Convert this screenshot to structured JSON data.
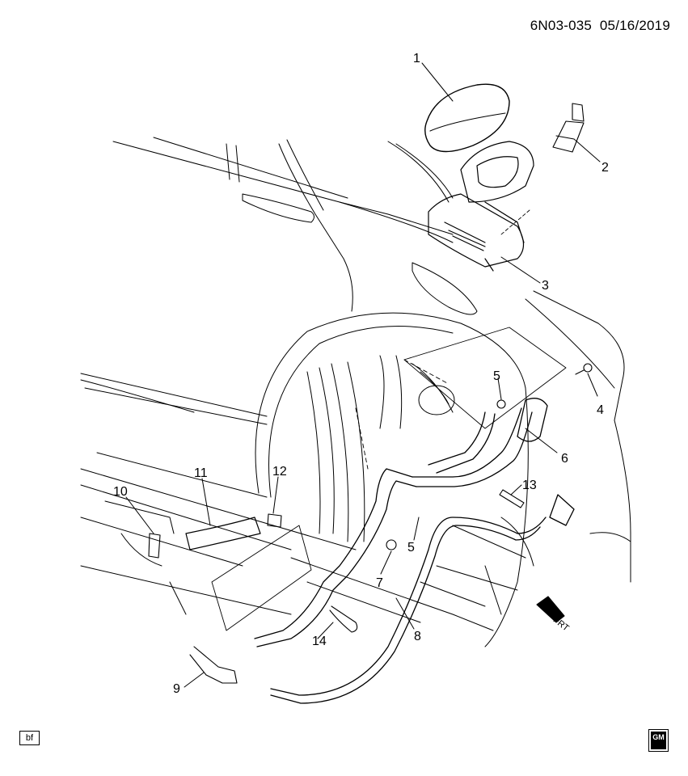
{
  "header": {
    "diagram_id": "6N03-035",
    "date": "05/16/2019"
  },
  "callouts": [
    {
      "id": "c1",
      "label": "1"
    },
    {
      "id": "c2",
      "label": "2"
    },
    {
      "id": "c3",
      "label": "3"
    },
    {
      "id": "c4",
      "label": "4"
    },
    {
      "id": "c5a",
      "label": "5"
    },
    {
      "id": "c5b",
      "label": "5"
    },
    {
      "id": "c6",
      "label": "6"
    },
    {
      "id": "c7",
      "label": "7"
    },
    {
      "id": "c8",
      "label": "8"
    },
    {
      "id": "c9",
      "label": "9"
    },
    {
      "id": "c10",
      "label": "10"
    },
    {
      "id": "c11",
      "label": "11"
    },
    {
      "id": "c12",
      "label": "12"
    },
    {
      "id": "c13",
      "label": "13"
    },
    {
      "id": "c14",
      "label": "14"
    }
  ],
  "direction_arrow": {
    "label": "FRT",
    "icon": "front-direction-arrow-icon"
  },
  "footer": {
    "tag": "bf",
    "logo": "GM",
    "logo_icon": "gm-logo-icon"
  }
}
